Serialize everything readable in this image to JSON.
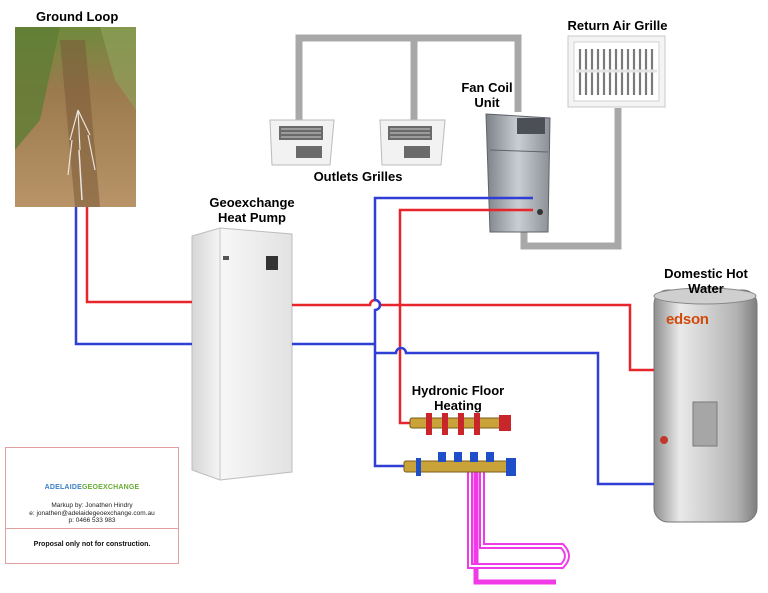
{
  "labels": {
    "ground_loop": "Ground Loop",
    "heat_pump_line1": "Geoexchange",
    "heat_pump_line2": "Heat Pump",
    "fan_coil_line1": "Fan Coil",
    "fan_coil_line2": "Unit",
    "return_air_grille": "Return Air Grille",
    "outlets_grilles": "Outlets Grilles",
    "domestic_hot_water_line1": "Domestic Hot",
    "domestic_hot_water_line2": "Water",
    "hydronic_line1": "Hydronic Floor",
    "hydronic_line2": "Heating"
  },
  "tank_brand": "edson",
  "logo_card": {
    "brand_part1": "ADELAIDE",
    "brand_part2": "GEOEXCHANGE",
    "markup": "Markup by: Jonathen Hindry",
    "email": "e: jonathen@adelaidegeoexchange.com.au",
    "phone": "p: 0466 533 983",
    "note": "Proposal only not for construction."
  },
  "colors": {
    "supply_pipe": "#e8252a",
    "return_pipe": "#2f3fd6",
    "duct": "#a8a8a8",
    "underfloor_pipe": "#f03ae8",
    "brand_blue": "#3a7fc4",
    "brand_green": "#66aa33",
    "tank_brand": "#d04a0a"
  }
}
